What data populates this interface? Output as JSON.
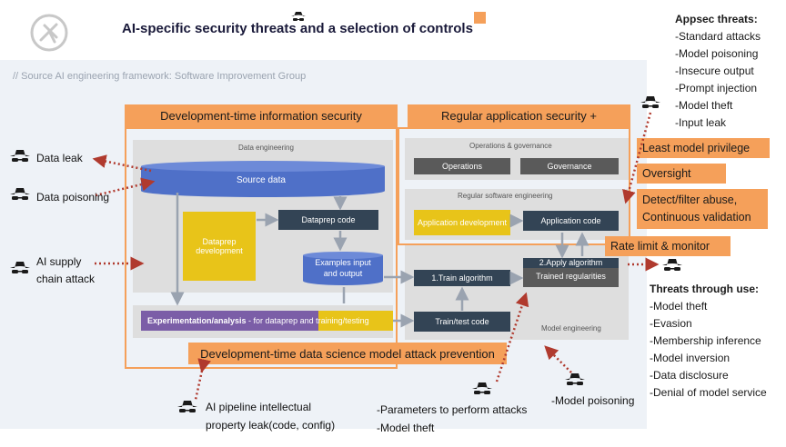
{
  "title": "AI-specific security threats and a selection of controls",
  "source": "// Source AI engineering framework: Software Improvement Group",
  "boxes": {
    "dev_time_security": "Development-time information security",
    "regular_app_security": "Regular application security +",
    "data_engineering": "Data engineering",
    "source_data": "Source data",
    "dataprep_code": "Dataprep code",
    "dataprep_development": "Dataprep development",
    "examples": "Examples input and output",
    "ops_governance": "Operations & governance",
    "operations": "Operations",
    "governance": "Governance",
    "regular_software_engineering": "Regular software engineering",
    "application_development": "Application development",
    "application_code": "Application code",
    "train_algorithm": "1.Train algorithm",
    "apply_algorithm": "2.Apply algorithm",
    "trained_regularities": "Trained regularities",
    "experimentation_bold": "Experimentation/analysis",
    "experimentation_rest": " - for dataprep and training/testing",
    "train_test_code": "Train/test code",
    "model_engineering": "Model engineering",
    "dev_time_attack_prevention": "Development-time data science model attack prevention"
  },
  "controls": {
    "least_privilege": "Least model privilege",
    "oversight": "Oversight",
    "detect_filter": "Detect/filter abuse, Continuous validation",
    "rate_limit": "Rate limit & monitor"
  },
  "threats_left": {
    "data_leak": "Data leak",
    "data_poisoning": "Data poisoning",
    "supply_chain_1": "AI supply",
    "supply_chain_2": "chain attack"
  },
  "threats_bottom": {
    "ip_leak_1": "AI pipeline intellectual",
    "ip_leak_2": "property leak(code, config)",
    "params_1": "-Parameters to perform attacks",
    "params_2": "-Model theft",
    "model_poisoning": "-Model poisoning"
  },
  "appsec": {
    "title": "Appsec threats:",
    "items": [
      "-Standard attacks",
      "-Model poisoning",
      "-Insecure output",
      "-Prompt injection",
      "-Model theft",
      "-Input leak"
    ]
  },
  "through_use": {
    "title": "Threats through use:",
    "items": [
      "-Model theft",
      "-Evasion",
      "-Membership inference",
      "-Model inversion",
      "-Data disclosure",
      "-Denial of model service"
    ]
  },
  "icons": {
    "threat": "hacker-icon",
    "logo": "owasp-logo",
    "accent": "orange-square-icon"
  },
  "colors": {
    "orange": "#f5a05a",
    "dark_red": "#b03a2e",
    "navy": "#334455",
    "yellow": "#e8c419",
    "blue": "#4f70c8",
    "purple": "#7b5ea7"
  }
}
